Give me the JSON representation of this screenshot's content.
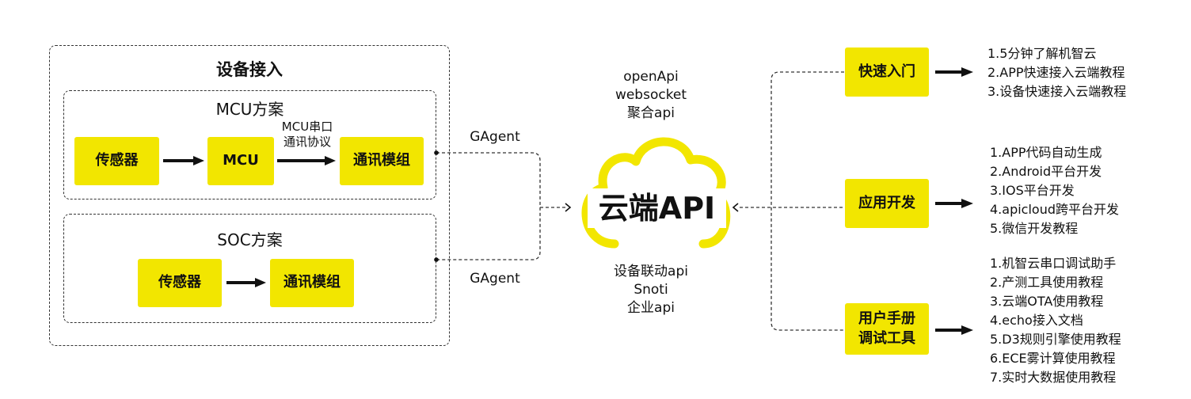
{
  "device_access": {
    "title": "设备接入",
    "mcu": {
      "title": "MCU方案",
      "sensor": "传感器",
      "mcu": "MCU",
      "protocol_line1": "MCU串口",
      "protocol_line2": "通讯协议",
      "module": "通讯模组"
    },
    "soc": {
      "title": "SOC方案",
      "sensor": "传感器",
      "module": "通讯模组"
    }
  },
  "gagent_top": "GAgent",
  "gagent_bottom": "GAgent",
  "cloud": {
    "label": "云端API",
    "top_items": [
      "openApi",
      "websocket",
      "聚合api"
    ],
    "bottom_items": [
      "设备联动api",
      "Snoti",
      "企业api"
    ],
    "color": "#f2e600"
  },
  "quick_start": {
    "label": "快速入门",
    "items": [
      "1.5分钟了解机智云",
      "2.APP快速接入云端教程",
      "3.设备快速接入云端教程"
    ]
  },
  "app_dev": {
    "label": "应用开发",
    "items": [
      "1.APP代码自动生成",
      "2.Android平台开发",
      "3.IOS平台开发",
      "4.apicloud跨平台开发",
      "5.微信开发教程"
    ]
  },
  "manual": {
    "label_line1": "用户手册",
    "label_line2": "调试工具",
    "items": [
      "1.机智云串口调试助手",
      "2.产测工具使用教程",
      "3.云端OTA使用教程",
      "4.echo接入文档",
      "5.D3规则引擎使用教程",
      "6.ECE雾计算使用教程",
      "7.实时大数据使用教程"
    ]
  },
  "colors": {
    "accent": "#f2e600",
    "text": "#111111"
  }
}
